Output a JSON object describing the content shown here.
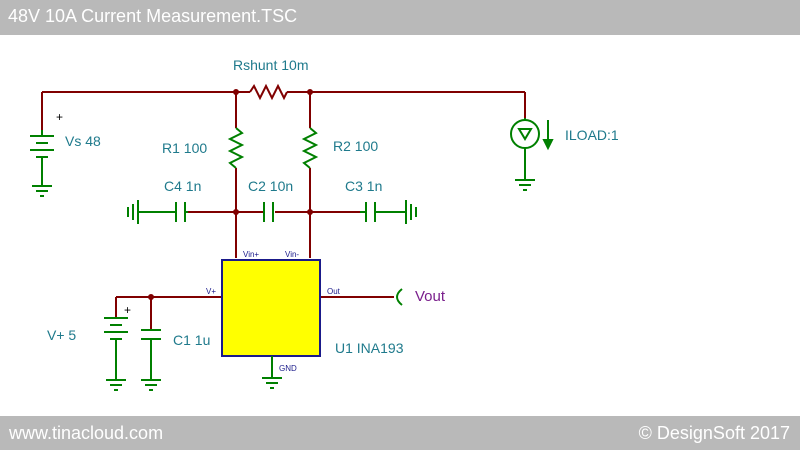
{
  "window": {
    "title": "48V 10A Current Measurement.TSC"
  },
  "footer": {
    "website": "www.tinacloud.com",
    "copyright": "© DesignSoft 2017"
  },
  "components": {
    "rshunt": "Rshunt 10m",
    "vs": "Vs 48",
    "r1": "R1 100",
    "r2": "R2 100",
    "c4": "C4 1n",
    "c2": "C2 10n",
    "c3": "C3 1n",
    "iload": "ILOAD:1",
    "vplus": "V+ 5",
    "c1": "C1 1u",
    "u1": "U1 INA193"
  },
  "pins": {
    "vin_plus": "Vin+",
    "vin_minus": "Vin-",
    "vplus": "V+",
    "out": "Out",
    "gnd": "GND"
  },
  "nets": {
    "vout": "Vout"
  },
  "polarity": {
    "plus": "+"
  },
  "colors": {
    "wire": "#800000",
    "component": "#008000",
    "ic_fill": "#ffff00",
    "ic_border": "#1a1a8a",
    "label": "#1f7a8c",
    "net_label": "#7a1f8c"
  }
}
